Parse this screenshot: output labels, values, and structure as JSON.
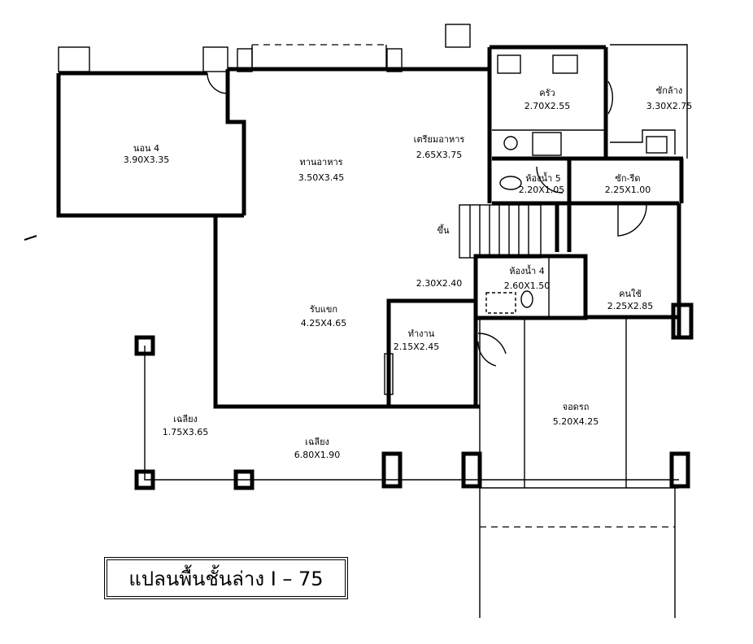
{
  "title": "แปลนพื้นชั้นล่าง I – 75",
  "rooms": {
    "bedroom4": {
      "name": "นอน 4",
      "size": "3.90X3.35"
    },
    "dining": {
      "name": "ทานอาหาร",
      "size": "3.50X3.45"
    },
    "prep": {
      "name": "เตรียมอาหาร",
      "size": "2.65X3.75"
    },
    "kitchen": {
      "name": "ครัว",
      "size": "2.70X2.55"
    },
    "laundry": {
      "name": "ซักล้าง",
      "size": "3.30X2.75"
    },
    "bath5": {
      "name": "ห้องน้ำ 5",
      "size": "2.20X1.05"
    },
    "ironing": {
      "name": "ซัก-รีด",
      "size": "2.25X1.00"
    },
    "stairs": {
      "name": "ขึ้น"
    },
    "hall": {
      "size": "2.30X2.40"
    },
    "bath4": {
      "name": "ห้องน้ำ 4",
      "size": "2.60X1.50"
    },
    "maid": {
      "name": "คนใช้",
      "size": "2.25X2.85"
    },
    "living": {
      "name": "รับแขก",
      "size": "4.25X4.65"
    },
    "work": {
      "name": "ทำงาน",
      "size": "2.15X2.45"
    },
    "porch_side": {
      "name": "เฉลียง",
      "size": "1.75X3.65"
    },
    "porch_front": {
      "name": "เฉลียง",
      "size": "6.80X1.90"
    },
    "garage": {
      "name": "จอดรถ",
      "size": "5.20X4.25"
    }
  }
}
